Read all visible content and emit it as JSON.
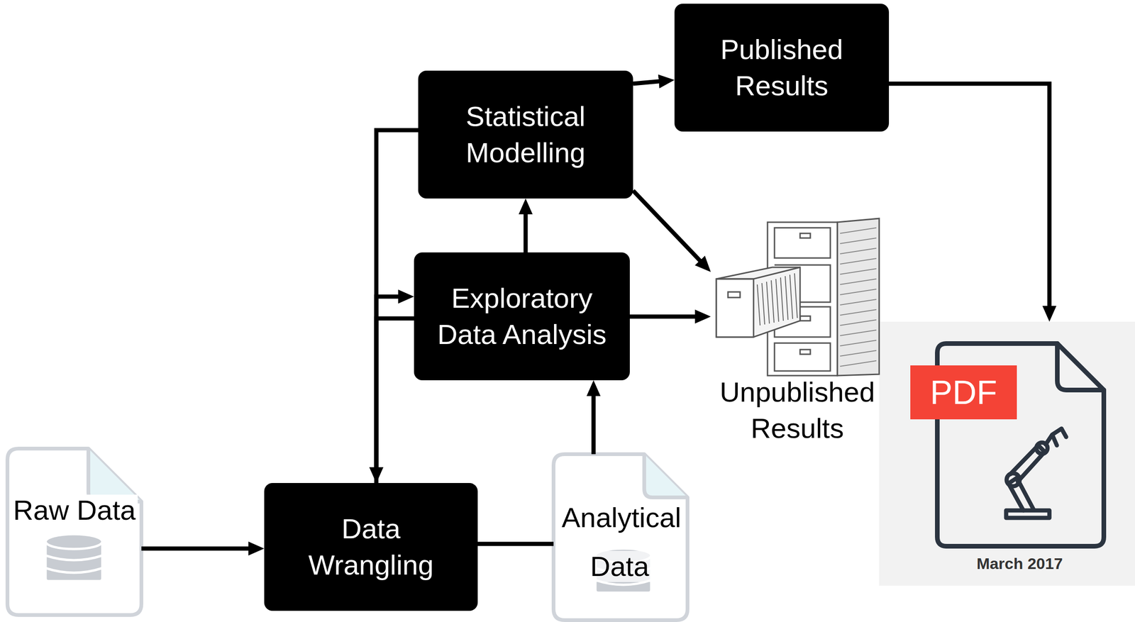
{
  "diagram": {
    "nodes": [
      {
        "text": [
          "Published Results"
        ]
      },
      {
        "text": [
          "Statistical Modelling"
        ]
      },
      {
        "text": [
          "Exploratory Data Analysis"
        ]
      },
      {
        "text": [
          "Unpublished Results"
        ]
      },
      {
        "text": [
          "Raw Data"
        ]
      },
      {
        "text": [
          "Data Wrangling"
        ]
      },
      {
        "text": [
          "Analytical Data"
        ]
      },
      {
        "text": [
          "PDF",
          "March 2017"
        ]
      }
    ],
    "edges": [
      {
        "from": 4,
        "to": 5,
        "arrow": "to"
      },
      {
        "from": 5,
        "to": 6,
        "arrow": "none"
      },
      {
        "from": 6,
        "to": 2,
        "arrow": "to"
      },
      {
        "from": 2,
        "to": 1,
        "arrow": "to"
      },
      {
        "from": 1,
        "to": 0,
        "arrow": "to"
      },
      {
        "from": 1,
        "to": 3,
        "arrow": "to"
      },
      {
        "from": 2,
        "to": 3,
        "arrow": "to"
      },
      {
        "from": 0,
        "to": 7,
        "arrow": "to"
      },
      {
        "from": 1,
        "to": 5,
        "arrow": "to"
      },
      {
        "from": 5,
        "to": 2,
        "arrow": "to"
      },
      {
        "from": 2,
        "to": 5,
        "arrow": "to"
      }
    ]
  }
}
